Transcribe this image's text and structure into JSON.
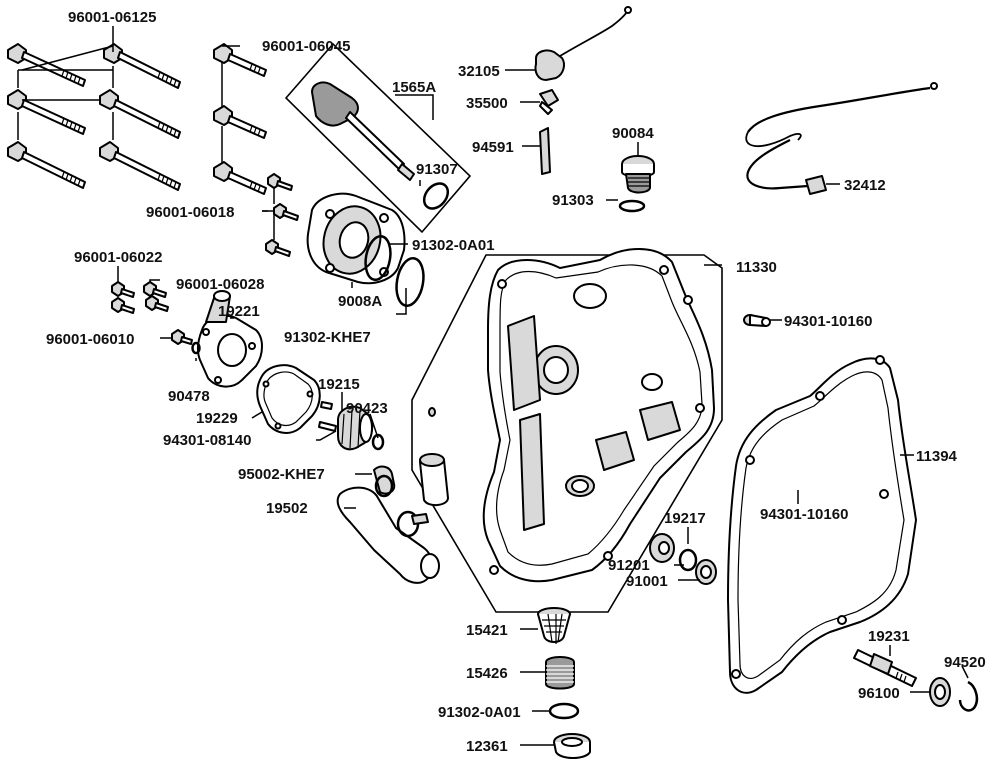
{
  "labels": {
    "p96001_06125": "96001-06125",
    "p96001_06045": "96001-06045",
    "p1565A": "1565A",
    "p91307": "91307",
    "p96001_06018": "96001-06018",
    "p91302_0A01_top": "91302-0A01",
    "p9008A": "9008A",
    "p91302_KHE7": "91302-KHE7",
    "p96001_06022": "96001-06022",
    "p96001_06028": "96001-06028",
    "p19221": "19221",
    "p96001_06010": "96001-06010",
    "p90478": "90478",
    "p19215": "19215",
    "p90423": "90423",
    "p19229": "19229",
    "p94301_08140": "94301-08140",
    "p95002_KHE7": "95002-KHE7",
    "p19502": "19502",
    "p32105": "32105",
    "p35500": "35500",
    "p94591": "94591",
    "p90084": "90084",
    "p91303": "91303",
    "p32412": "32412",
    "p11330": "11330",
    "p94301_10160_a": "94301-10160",
    "p11394": "11394",
    "p94301_10160_b": "94301-10160",
    "p19217": "19217",
    "p91201": "91201",
    "p91001": "91001",
    "p15421": "15421",
    "p15426": "15426",
    "p91302_0A01_bot": "91302-0A01",
    "p12361": "12361",
    "p19231": "19231",
    "p94520": "94520",
    "p96100": "96100"
  }
}
